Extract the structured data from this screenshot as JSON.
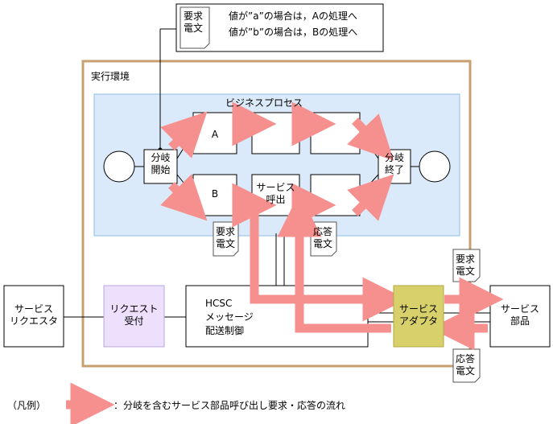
{
  "note": {
    "doc_label": "要求\n電文",
    "line1": "値が”a”の場合は，Aの処理へ",
    "line2": "値が”b”の場合は，Bの処理へ"
  },
  "environment_label": "実行環境",
  "process_label": "ビジネスプロセス",
  "nodes": {
    "branch_start": "分岐\n開始",
    "branch_end": "分岐\n終了",
    "activity_a": "A",
    "activity_b": "B",
    "service_call": "サービス\n呼出",
    "service_requester": "サービス\nリクエスタ",
    "request_receiver": "リクエスト\n受付",
    "hcsc": "HCSC\nメッセージ\n配送制御",
    "service_adapter": "サービス\nアダプタ",
    "service_component": "サービス\n部品"
  },
  "docs": {
    "request_mid": "要求\n電文",
    "response_mid": "応答\n電文",
    "request_right": "要求\n電文",
    "response_right": "応答\n電文"
  },
  "legend": {
    "prefix": "（凡例）",
    "text": "：分岐を含むサービス部品呼び出し要求・応答の流れ"
  },
  "colors": {
    "arrow": "#f6908f",
    "environment_border": "#c8a070",
    "process_fill": "#dbeafa",
    "request_receiver_fill": "#ece0fc",
    "adapter_fill": "#d8d06a"
  }
}
